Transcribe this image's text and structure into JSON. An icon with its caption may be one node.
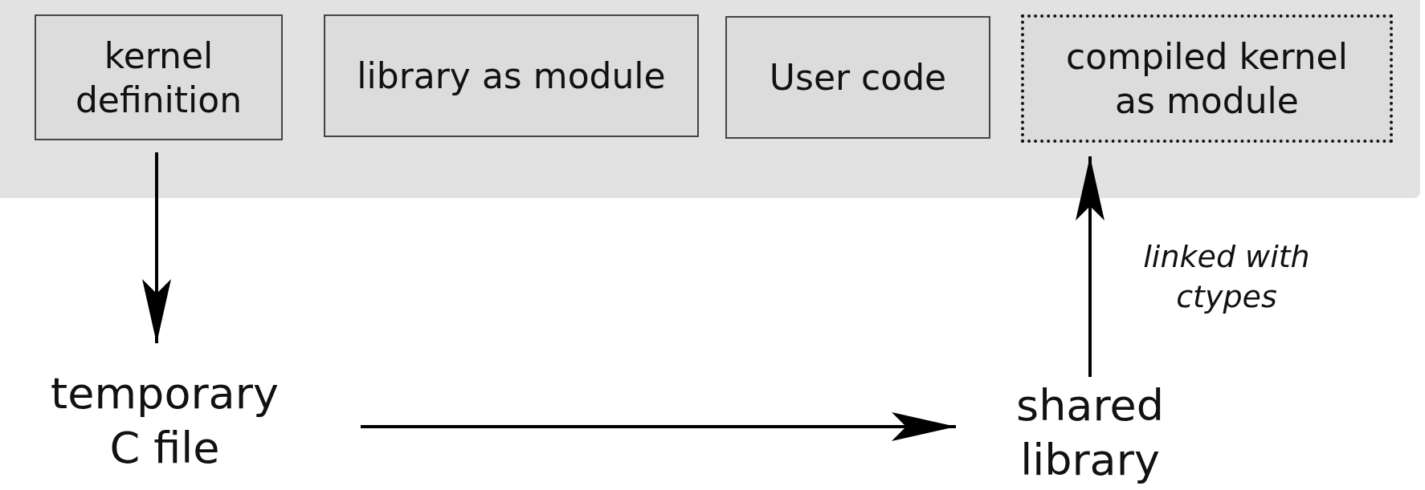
{
  "diagram": {
    "nodes": [
      {
        "text": [
          "kernel definition"
        ]
      },
      {
        "text": [
          "library as module"
        ]
      },
      {
        "text": [
          "User code"
        ]
      },
      {
        "text": [
          "compiled kernel as module"
        ]
      },
      {
        "text": [
          "temporary C file"
        ]
      },
      {
        "text": [
          "shared library"
        ]
      }
    ],
    "edges": [
      {
        "from": 0,
        "to": 4,
        "arrow": "to"
      },
      {
        "from": 4,
        "to": 5,
        "arrow": "to"
      },
      {
        "from": 5,
        "to": 3,
        "arrow": "to",
        "label": "linked with ctypes"
      }
    ]
  }
}
